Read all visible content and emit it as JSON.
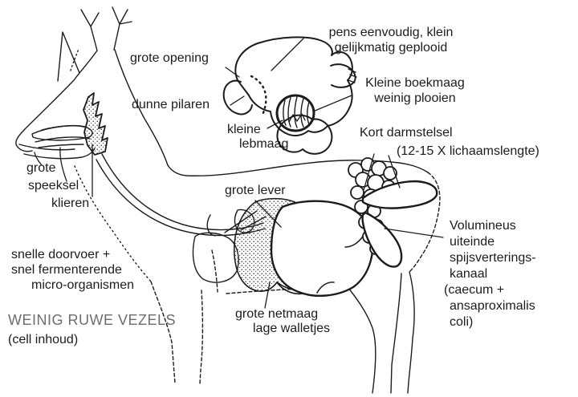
{
  "figure": {
    "type": "anatomical-line-diagram",
    "subject": "ree (roe deer) spijsverteringsstelsel",
    "colors": {
      "ink": "#1c1c1c",
      "muted_text": "#6d6d6d",
      "background": "#ffffff"
    }
  },
  "labels": {
    "pens": {
      "lines": [
        "pens eenvoudig, klein",
        "gelijkmatig geplooid"
      ]
    },
    "grote_opening": {
      "text": "grote opening"
    },
    "dunne_pilaren": {
      "text": "dunne pilaren"
    },
    "kleine_boekmaag": {
      "lines": [
        "Kleine boekmaag",
        "weinig plooien"
      ]
    },
    "kleine_lebmaag": {
      "lines": [
        "kleine",
        "lebmaag"
      ]
    },
    "kort_darmstelsel": {
      "lines": [
        "Kort darmstelsel",
        "(12-15 X lichaamslengte)"
      ]
    },
    "grote_lever": {
      "text": "grote lever"
    },
    "speekselklieren": {
      "lines": [
        "grote",
        "speeksel",
        "klieren"
      ]
    },
    "snelle_doorvoer": {
      "lines": [
        "snelle doorvoer +",
        "snel fermenterende",
        "micro-organismen"
      ]
    },
    "weinig_ruwe_vezels": {
      "title": "WEINIG RUWE VEZELS",
      "subtitle": "(cell inhoud)"
    },
    "grote_netmaag": {
      "lines": [
        "grote netmaag",
        "lage walletjes"
      ]
    },
    "volumineus": {
      "lines": [
        "Volumineus",
        "uiteinde",
        "spijsverterings-",
        "kanaal",
        "(caecum +",
        "ansaproximalis",
        "coli)"
      ]
    }
  }
}
